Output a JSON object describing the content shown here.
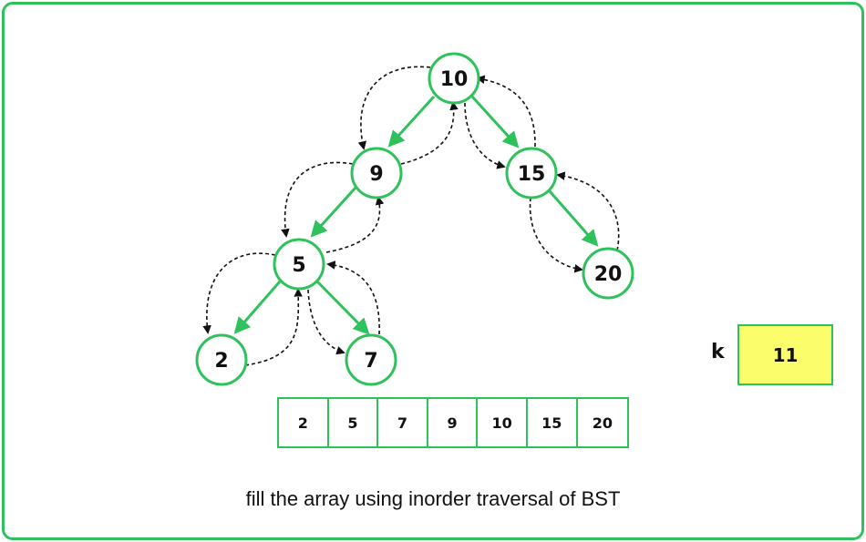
{
  "colors": {
    "accent": "#2fc15c",
    "k_fill": "#fbfd6b",
    "text": "#111111",
    "background": "#ffffff"
  },
  "tree": {
    "nodes": [
      {
        "id": "n10",
        "label": "10"
      },
      {
        "id": "n9",
        "label": "9"
      },
      {
        "id": "n15",
        "label": "15"
      },
      {
        "id": "n5",
        "label": "5"
      },
      {
        "id": "n20",
        "label": "20"
      },
      {
        "id": "n2",
        "label": "2"
      },
      {
        "id": "n7",
        "label": "7"
      }
    ],
    "edges": [
      {
        "from": "n10",
        "to": "n9"
      },
      {
        "from": "n10",
        "to": "n15"
      },
      {
        "from": "n9",
        "to": "n5"
      },
      {
        "from": "n15",
        "to": "n20"
      },
      {
        "from": "n5",
        "to": "n2"
      },
      {
        "from": "n5",
        "to": "n7"
      }
    ]
  },
  "array": [
    "2",
    "5",
    "7",
    "9",
    "10",
    "15",
    "20"
  ],
  "k": {
    "label": "k",
    "value": "11"
  },
  "caption": "fill the array using inorder traversal of BST"
}
